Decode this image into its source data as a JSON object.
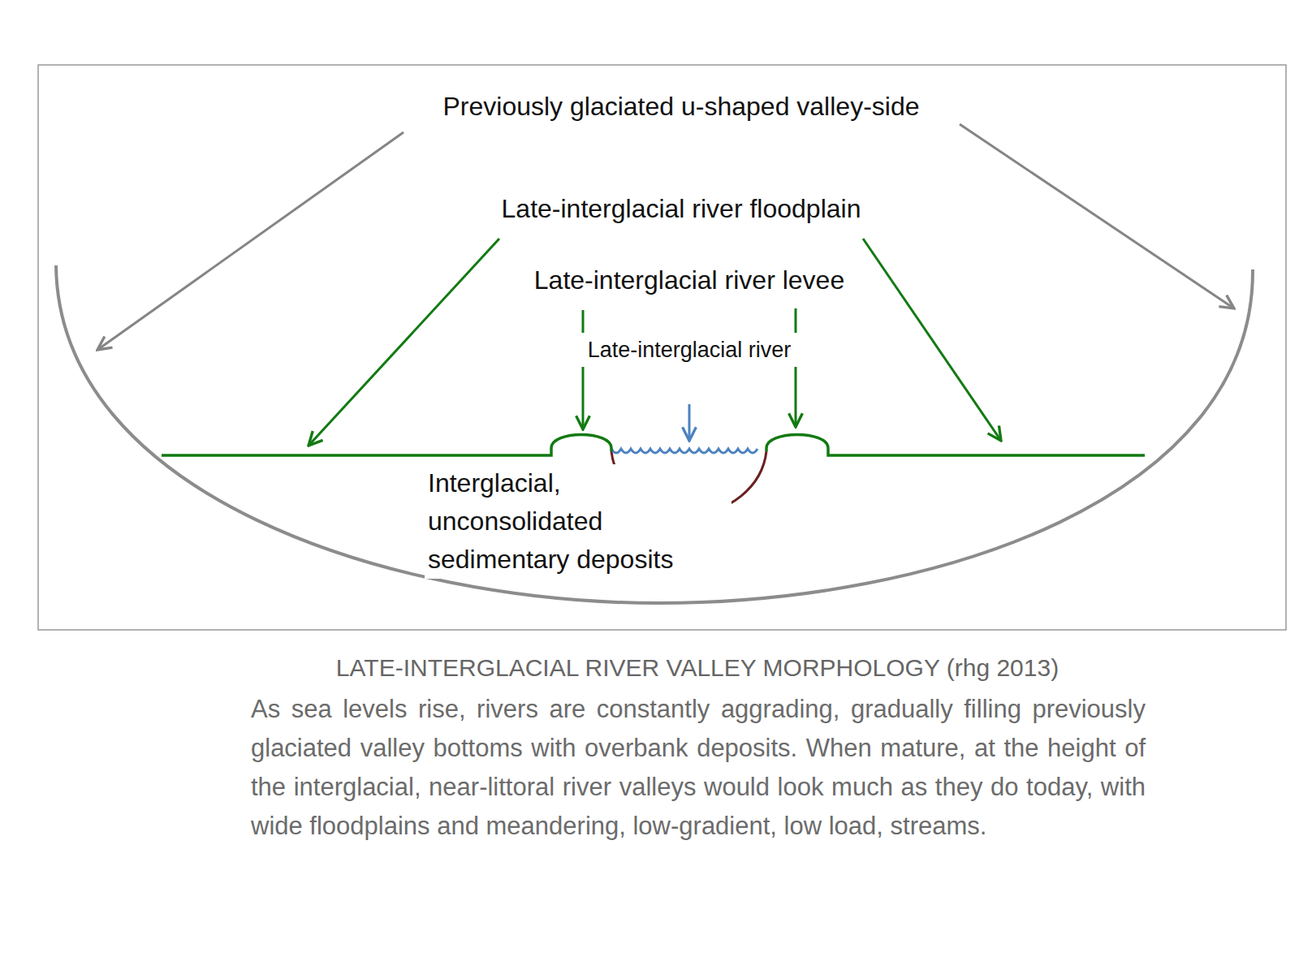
{
  "diagram": {
    "title": "LATE-INTERGLACIAL RIVER VALLEY MORPHOLOGY (rhg 2013)",
    "caption": "As sea levels rise, rivers are constantly aggrading, gradually filling previously glaciated valley bottoms with overbank deposits. When mature, at the height of the interglacial, near-littoral river valleys would look much as they do today, with wide floodplains and meandering, low-gradient, low load, streams.",
    "labels": [
      "Previously glaciated u-shaped valley-side",
      "Late-interglacial river floodplain",
      "Late-interglacial river levee",
      "Late-interglacial river",
      "Interglacial, unconsolidated sedimentary deposits"
    ]
  }
}
